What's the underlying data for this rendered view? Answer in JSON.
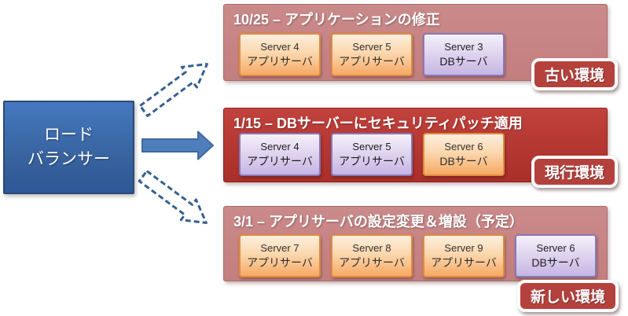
{
  "colors": {
    "rose_panel": "#c68383",
    "red_panel": "#b5352f",
    "orange_server_fill": "#f8c astrange",
    "orange_server_border": "#e08b3c",
    "lavender_server_fill": "#cdbde6",
    "lavender_server_border": "#8878b8",
    "badge_red": "#b5413d",
    "badge_text": "#ffffff",
    "load_balancer_blue": "#3a6cb0",
    "solid_arrow_blue": "#4f7fba",
    "dashed_arrow_outline": "#36608f",
    "panel_title_text": "#ffffff"
  },
  "load_balancer": {
    "line1": "ロード",
    "line2": "バランサー"
  },
  "environments": [
    {
      "title": "10/25 – アプリケーションの修正",
      "badge": "古い環境",
      "servers": [
        {
          "name": "Server 4",
          "role": "アプリサーバ"
        },
        {
          "name": "Server 5",
          "role": "アプリサーバ"
        },
        {
          "name": "Server 3",
          "role": "DBサーバ"
        }
      ]
    },
    {
      "title": "1/15 – DBサーバーにセキュリティパッチ適用",
      "badge": "現行環境",
      "servers": [
        {
          "name": "Server 4",
          "role": "アプリサーバ"
        },
        {
          "name": "Server 5",
          "role": "アプリサーバ"
        },
        {
          "name": "Server 6",
          "role": "DBサーバ"
        }
      ]
    },
    {
      "title": "3/1 – アプリサーバの設定変更＆増設（予定）",
      "badge": "新しい環境",
      "servers": [
        {
          "name": "Server 7",
          "role": "アプリサーバ"
        },
        {
          "name": "Server 8",
          "role": "アプリサーバ"
        },
        {
          "name": "Server 9",
          "role": "アプリサーバ"
        },
        {
          "name": "Server 6",
          "role": "DBサーバ"
        }
      ]
    }
  ]
}
